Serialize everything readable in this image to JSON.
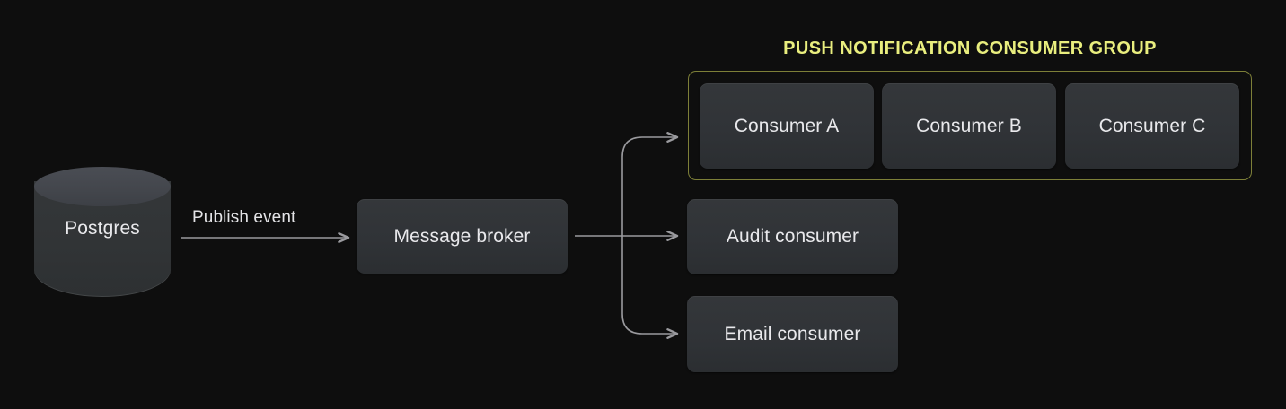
{
  "diagram": {
    "background_color": "#0e0e0e",
    "accent_color": "#e9ee7e",
    "node_fill_color": "#303337",
    "text_color": "#e9e9ec",
    "edge_color": "#9a9a9e",
    "source": {
      "label": "Postgres",
      "shape": "cylinder"
    },
    "broker": {
      "label": "Message broker",
      "shape": "rounded-rect"
    },
    "edges": {
      "publish": {
        "label": "Publish event"
      }
    },
    "group": {
      "title": "PUSH NOTIFICATION CONSUMER GROUP",
      "border_color": "#7d7f38",
      "consumers": [
        {
          "label": "Consumer A"
        },
        {
          "label": "Consumer B"
        },
        {
          "label": "Consumer C"
        }
      ]
    },
    "standalone_consumers": [
      {
        "label": "Audit consumer"
      },
      {
        "label": "Email consumer"
      }
    ]
  }
}
